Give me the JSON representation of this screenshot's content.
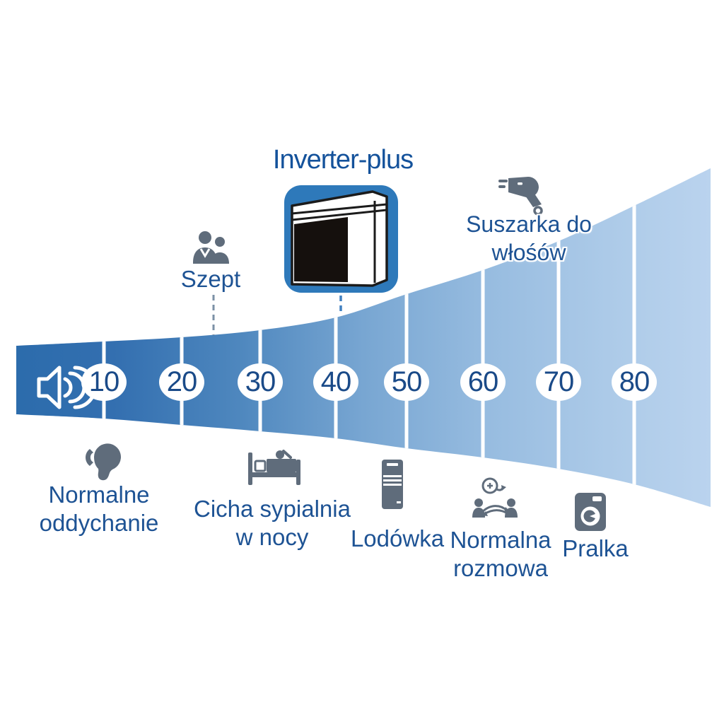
{
  "title": "Inverter-plus",
  "scale": {
    "ticks": [
      "10",
      "20",
      "30",
      "40",
      "50",
      "60",
      "70",
      "80"
    ]
  },
  "annotations_above": {
    "whisper": {
      "label": "Szept",
      "icon": "whispering-people-icon"
    },
    "hair_dryer": {
      "label": "Suszarka do włośów",
      "icon": "hair-dryer-icon"
    }
  },
  "annotations_below": {
    "breathing": {
      "label": "Normalne\noddychanie",
      "icon": "ear-icon"
    },
    "bedroom": {
      "label": "Cicha sypialnia\nw nocy",
      "icon": "bed-icon"
    },
    "fridge": {
      "label": "Lodówka",
      "icon": "refrigerator-icon"
    },
    "conversation": {
      "label": "Normalna\nrozmowa",
      "icon": "conversation-icon"
    },
    "washer": {
      "label": "Pralka",
      "icon": "washing-machine-icon"
    }
  },
  "product": {
    "name": "Inverter-plus",
    "icon": "air-conditioner-outdoor-unit-icon"
  },
  "icons": [
    "speaker-volume-icon",
    "whispering-people-icon",
    "hair-dryer-icon",
    "ear-icon",
    "bed-icon",
    "refrigerator-icon",
    "conversation-icon",
    "washing-machine-icon",
    "air-conditioner-outdoor-unit-icon"
  ],
  "colors": {
    "band_dark": "#2c6cac",
    "band_light": "#bad3ee",
    "badge_blue": "#2e79ba",
    "title_blue": "#14529b",
    "label_blue": "#1e5394",
    "number_navy": "#1a4a88",
    "icon_gray": "#5f6c7b"
  }
}
